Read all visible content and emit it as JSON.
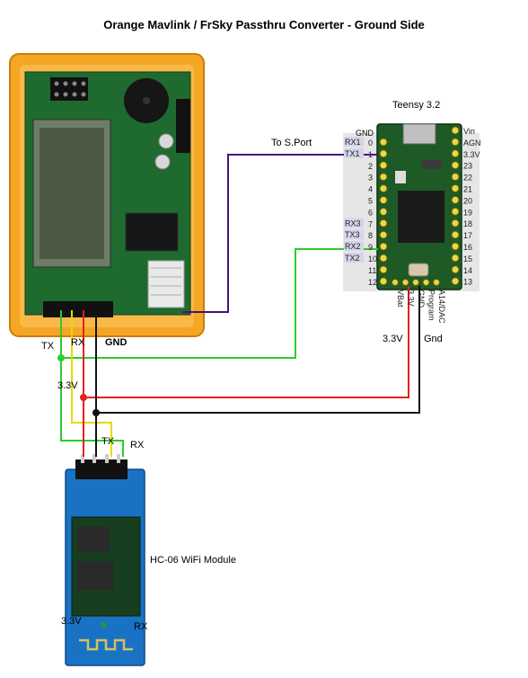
{
  "title": "Orange Mavlink / FrSky Passthru Converter - Ground Side",
  "teensy": {
    "title": "Teensy 3.2",
    "left_top": "GND",
    "left_pins": [
      {
        "label": "RX1",
        "num": "0"
      },
      {
        "label": "TX1",
        "num": "1"
      },
      {
        "label": "",
        "num": "2"
      },
      {
        "label": "",
        "num": "3"
      },
      {
        "label": "",
        "num": "4"
      },
      {
        "label": "",
        "num": "5"
      },
      {
        "label": "",
        "num": "6"
      },
      {
        "label": "RX3",
        "num": "7"
      },
      {
        "label": "TX3",
        "num": "8"
      },
      {
        "label": "RX2",
        "num": "9"
      },
      {
        "label": "TX2",
        "num": "10"
      },
      {
        "label": "",
        "num": "11"
      },
      {
        "label": "",
        "num": "12"
      }
    ],
    "right_pins": [
      "Vin",
      "AGN",
      "3.3V",
      "23",
      "22",
      "21",
      "20",
      "19",
      "18",
      "17",
      "16",
      "15",
      "14",
      "13"
    ],
    "bottom_pins": [
      "VBat",
      "3.3V",
      "GND",
      "Program",
      "A14/DAC"
    ]
  },
  "labels": {
    "to_sport": "To S.Port",
    "radio_tx": "TX",
    "radio_rx": "RX",
    "radio_gnd": "GND",
    "left_33v": "3.3V",
    "right_33v": "3.3V",
    "right_gnd": "Gnd",
    "hc_tx": "TX",
    "hc_rx": "RX",
    "hc06": "HC-06 WiFi Module",
    "hc_33v": "3.3V",
    "hc_rx_bottom": "RX"
  },
  "colors": {
    "orange_case": "#f5a623",
    "pcb_green": "#1f6b2f",
    "teensy_green": "#1d5a26",
    "hc_blue": "#1a72c4",
    "wire_green": "#2ecc2e",
    "wire_red": "#e62020",
    "wire_black": "#111111",
    "wire_yellow": "#e8d800",
    "wire_purple": "#4b0f7a"
  }
}
